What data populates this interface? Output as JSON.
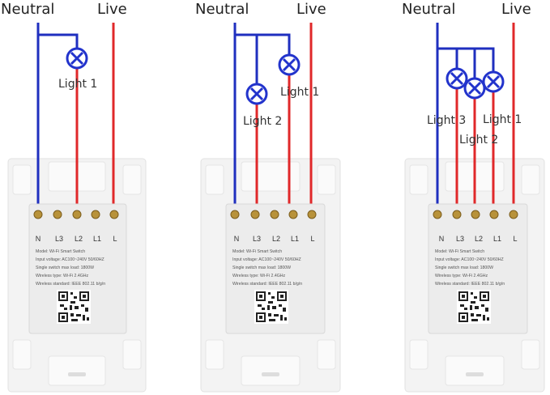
{
  "colors": {
    "neutral": "#1f2fbf",
    "live": "#e0282a",
    "lamp": "#2233cc",
    "plate": "#f3f3f3",
    "module": "#ececec"
  },
  "panels": [
    {
      "neutral_label": "Neutral",
      "live_label": "Live",
      "lights": [
        "Light 1"
      ],
      "terminals": [
        "N",
        "L3",
        "L2",
        "L1",
        "L"
      ],
      "specs": [
        "Model:  Wi-Fi Smart Switch",
        "Input voltage:  AC100~240V  50/60HZ",
        "Single switch max load:  1800W",
        "Wireless type:  Wi-Fi 2.4GHz",
        "Wireless standard:  IEEE 802.11 b/g/n"
      ]
    },
    {
      "neutral_label": "Neutral",
      "live_label": "Live",
      "lights": [
        "Light 1",
        "Light 2"
      ],
      "terminals": [
        "N",
        "L3",
        "L2",
        "L1",
        "L"
      ],
      "specs": [
        "Model:  Wi-Fi Smart Switch",
        "Input voltage:  AC100~240V  50/60HZ",
        "Single switch max load:  1800W",
        "Wireless type:  Wi-Fi 2.4GHz",
        "Wireless standard:  IEEE 802.11 b/g/n"
      ]
    },
    {
      "neutral_label": "Neutral",
      "live_label": "Live",
      "lights": [
        "Light 1",
        "Light 2",
        "Light 3"
      ],
      "terminals": [
        "N",
        "L3",
        "L2",
        "L1",
        "L"
      ],
      "specs": [
        "Model:  Wi-Fi Smart Switch",
        "Input voltage:  AC100~240V  50/60HZ",
        "Single switch max load:  1800W",
        "Wireless type:  Wi-Fi 2.4GHz",
        "Wireless standard:  IEEE 802.11 b/g/n"
      ]
    }
  ]
}
